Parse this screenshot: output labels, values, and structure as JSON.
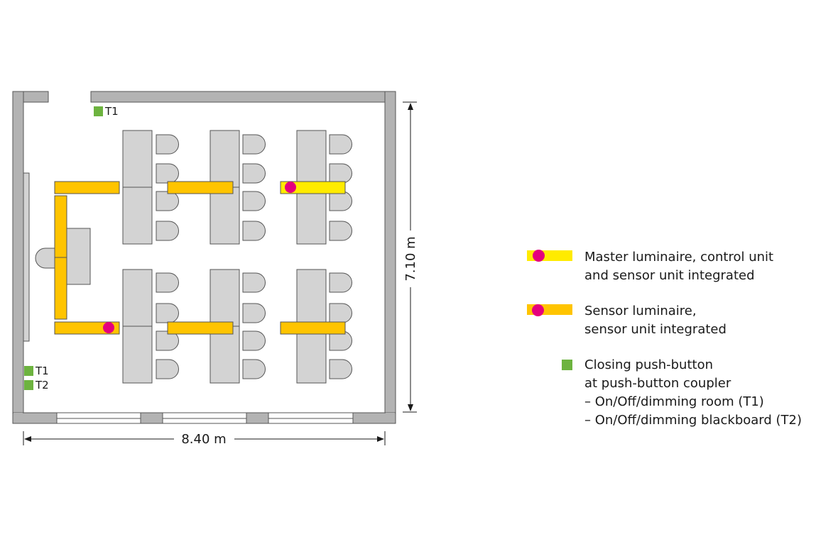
{
  "plan": {
    "width_dimension": "8.40 m",
    "height_dimension": "7.10 m",
    "buttons": [
      {
        "id": "t1-top",
        "label": "T1"
      },
      {
        "id": "t1-bottom",
        "label": "T1"
      },
      {
        "id": "t2-bottom",
        "label": "T2"
      }
    ]
  },
  "legend": {
    "master": {
      "line1": "Master luminaire, control unit",
      "line2": "and sensor unit integrated"
    },
    "sensor": {
      "line1": "Sensor luminaire,",
      "line2": "sensor unit integrated"
    },
    "button": {
      "line1": "Closing push-button",
      "line2": "at push-button coupler",
      "line3": "– On/Off/dimming room (T1)",
      "line4": "– On/Off/dimming blackboard (T2)"
    }
  },
  "colors": {
    "wall": "#b3b3b3",
    "furniture": "#d3d3d3",
    "outline": "#555555",
    "master_luminaire": "#ffeb00",
    "sensor_luminaire": "#ffc400",
    "sensor_dot": "#e5007d",
    "push_button": "#6db33f"
  }
}
